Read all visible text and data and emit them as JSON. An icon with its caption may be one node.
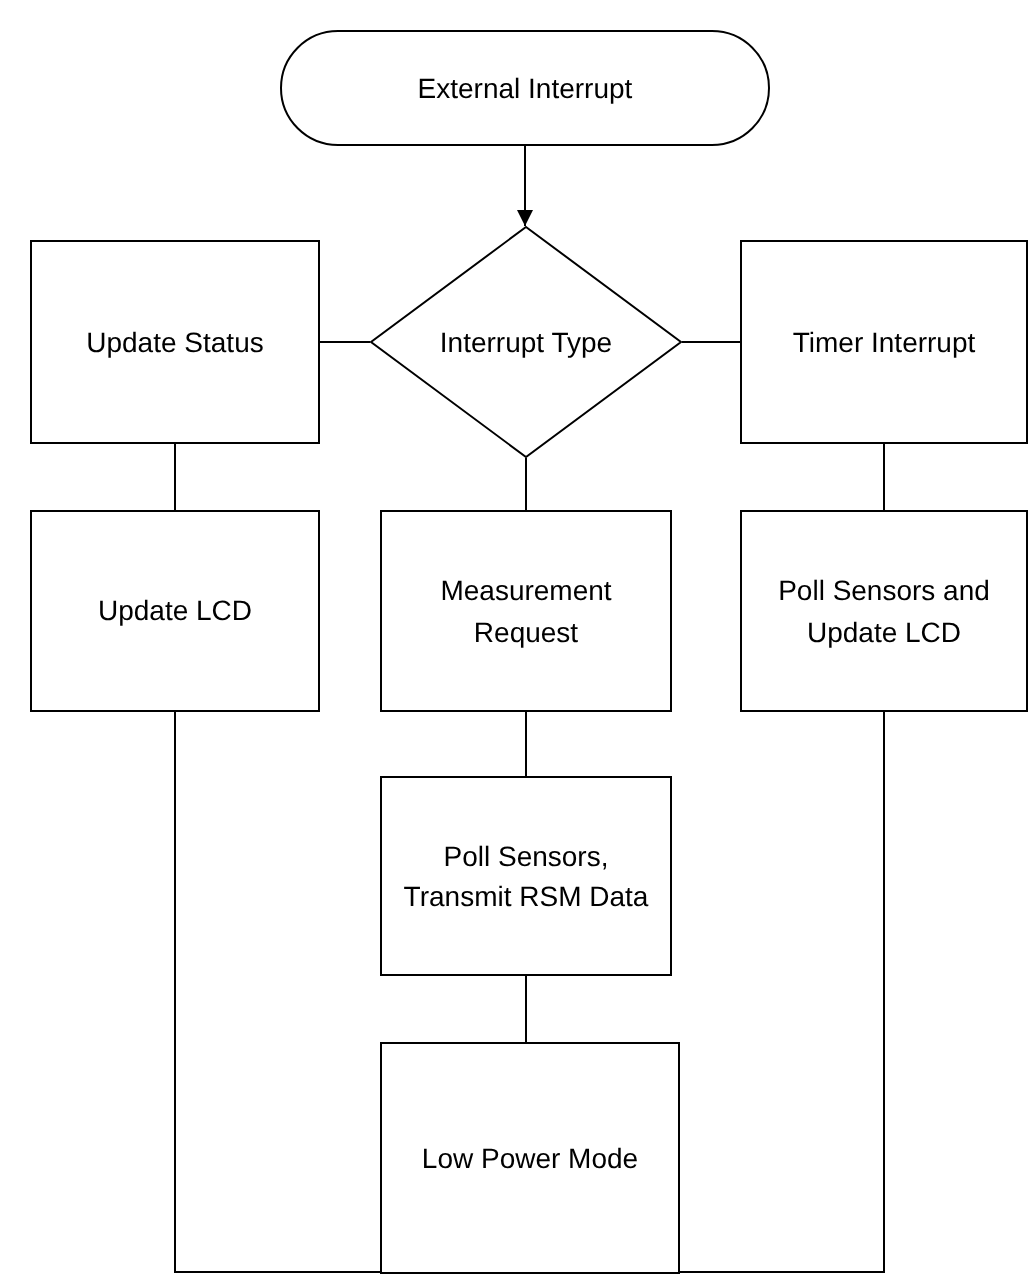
{
  "diagram": {
    "nodes": [
      {
        "text": [
          "External Interrupt"
        ]
      },
      {
        "text": [
          "Interrupt Type"
        ]
      },
      {
        "text": [
          "Update Status"
        ]
      },
      {
        "text": [
          "Timer Interrupt"
        ]
      },
      {
        "text": [
          "Update LCD"
        ]
      },
      {
        "text": [
          "Measurement Request"
        ]
      },
      {
        "text": [
          "Poll Sensors and Update LCD"
        ]
      },
      {
        "text": [
          "Poll Sensors, Transmit RSM Data"
        ]
      },
      {
        "text": [
          "Low Power Mode"
        ]
      }
    ],
    "edges": [
      {
        "from": 0,
        "to": 1,
        "arrow": "to"
      },
      {
        "from": 1,
        "to": 2,
        "arrow": "none"
      },
      {
        "from": 1,
        "to": 3,
        "arrow": "none"
      },
      {
        "from": 1,
        "to": 5,
        "arrow": "none"
      },
      {
        "from": 2,
        "to": 4,
        "arrow": "none"
      },
      {
        "from": 3,
        "to": 6,
        "arrow": "none"
      },
      {
        "from": 5,
        "to": 7,
        "arrow": "none"
      },
      {
        "from": 7,
        "to": 8,
        "arrow": "none"
      },
      {
        "from": 4,
        "to": 8,
        "arrow": "none"
      },
      {
        "from": 6,
        "to": 8,
        "arrow": "none"
      }
    ]
  }
}
